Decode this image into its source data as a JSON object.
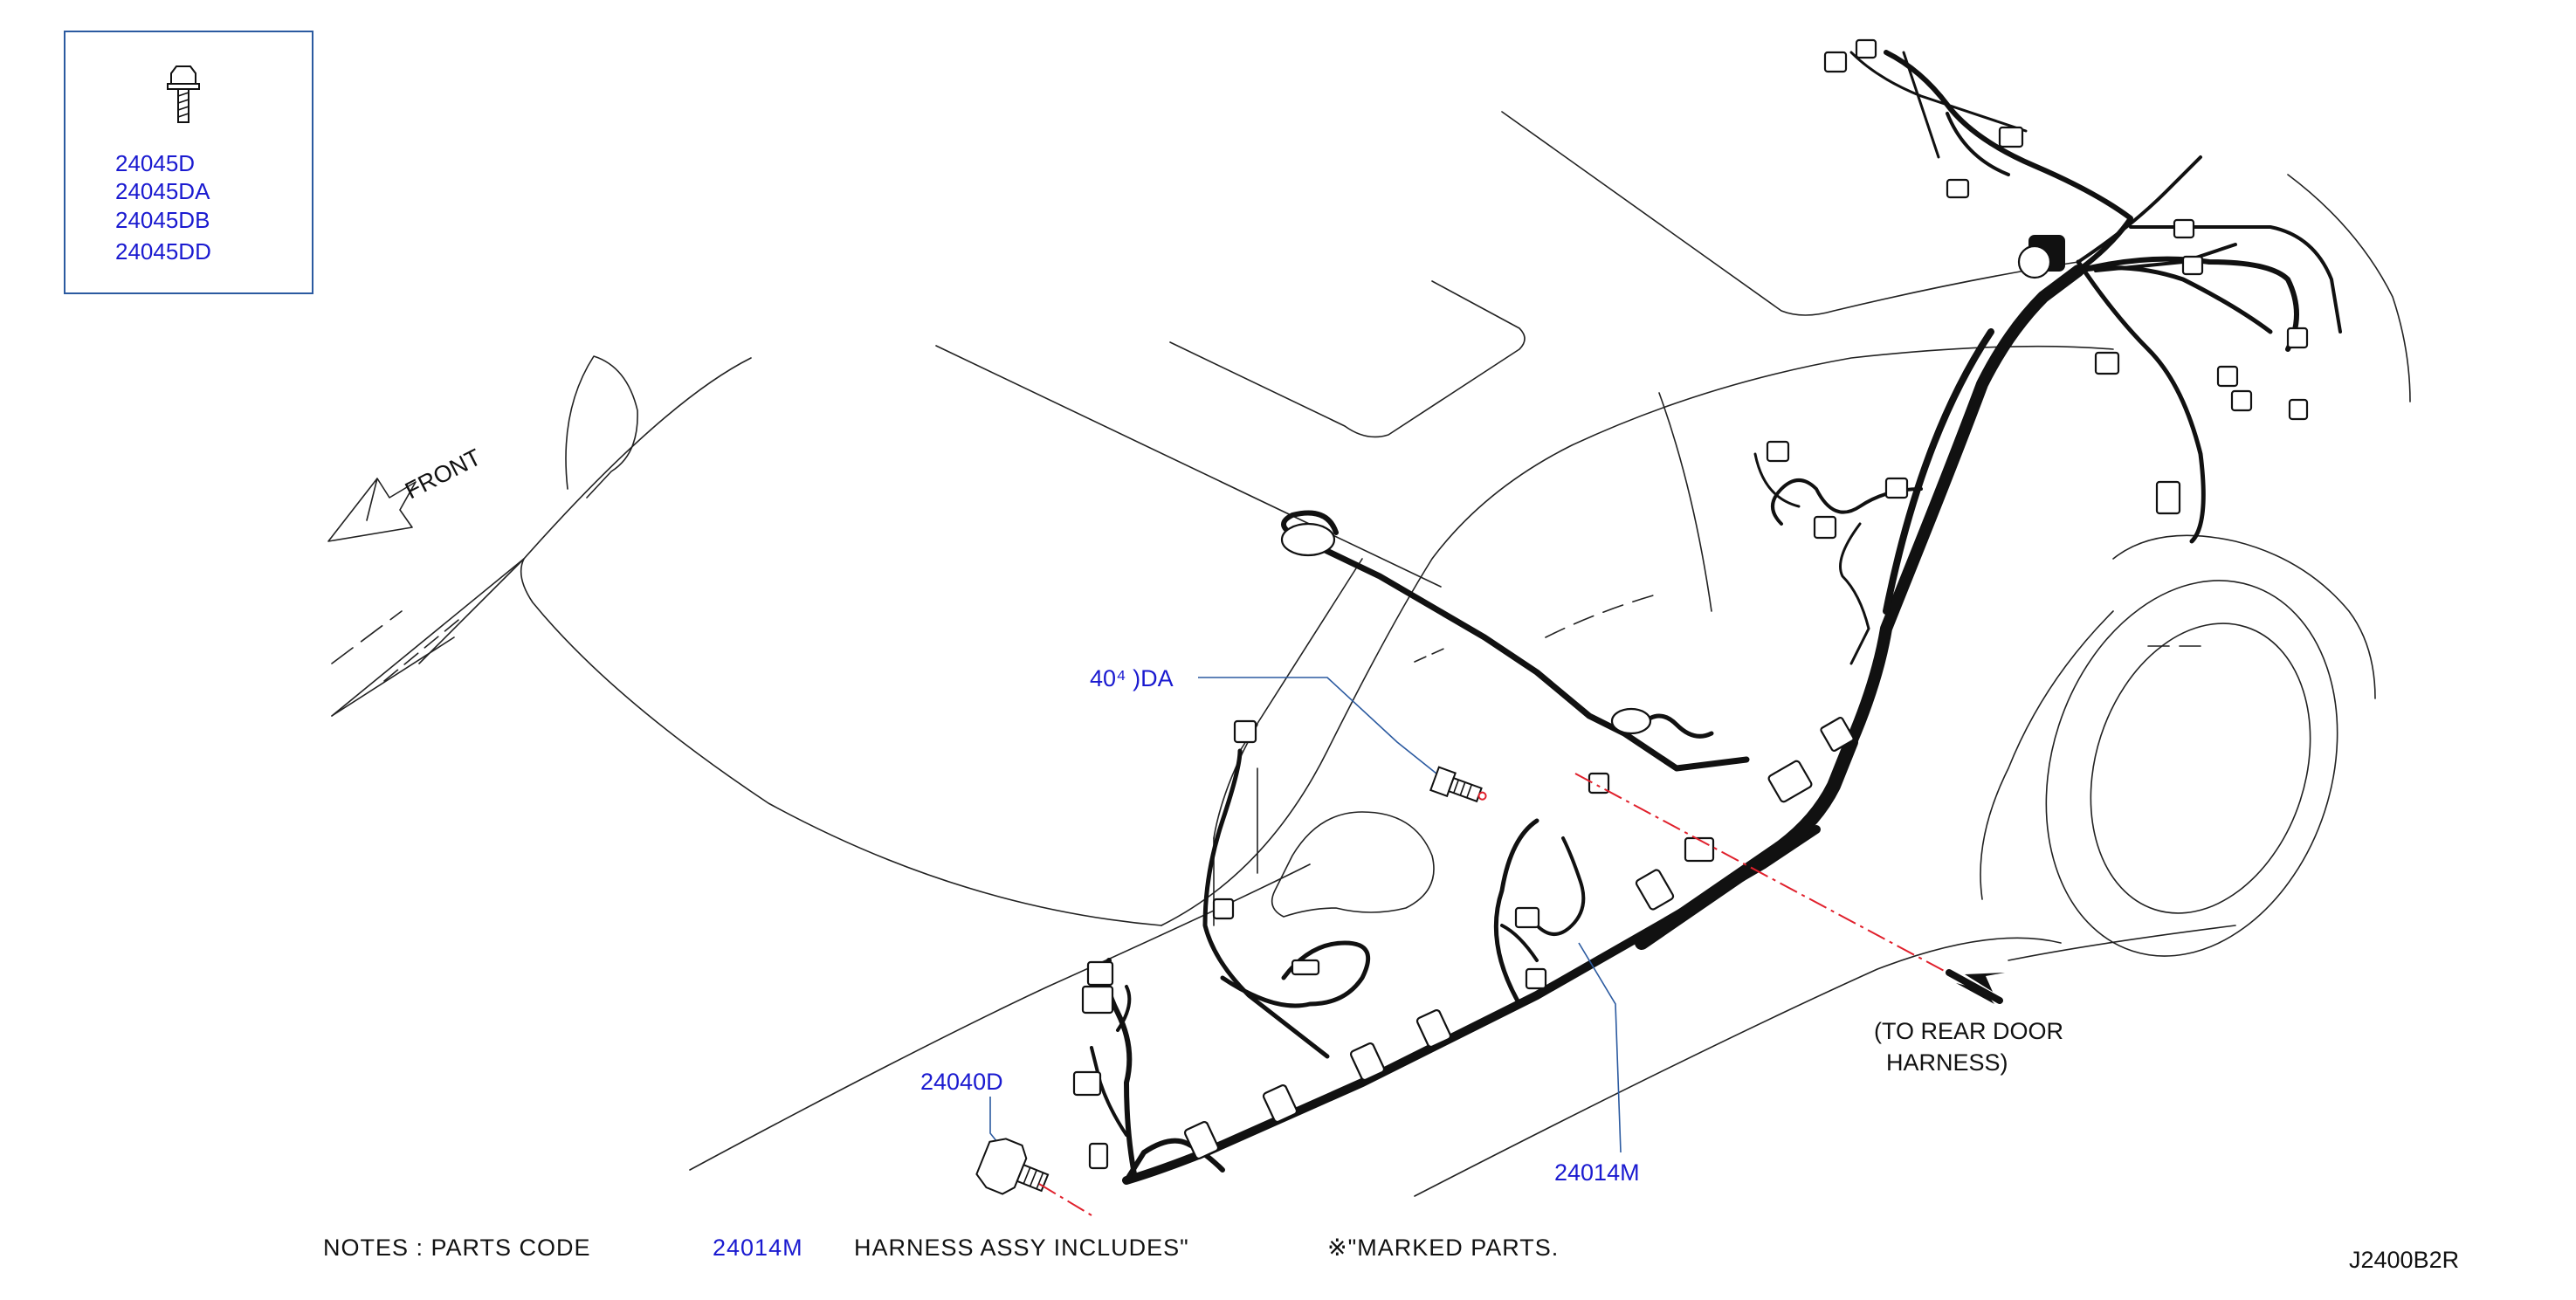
{
  "colors": {
    "code_blue": "#1a1ad0",
    "black": "#111111",
    "red": "#e0202c",
    "leader_blue": "#2b5aa0"
  },
  "legend_box": {
    "codes": [
      "24045D",
      "24045DA",
      "24045DB",
      "24045DD"
    ],
    "icon": "bolt-icon"
  },
  "direction_label": "FRONT",
  "direction_icon": "arrow-front-icon",
  "callouts": {
    "partial_code": "40⁴ )DA",
    "clip": "24040D",
    "harness": "24014M"
  },
  "destination": {
    "line1": "(TO  REAR  DOOR",
    "line2": "HARNESS)"
  },
  "notes": {
    "prefix": "NOTES   :  PARTS   CODE",
    "code": "24014M",
    "middle": "HARNESS   ASSY   INCLUDES\"",
    "suffix": "※\"MARKED   PARTS."
  },
  "diagram_id": "J2400B2R"
}
